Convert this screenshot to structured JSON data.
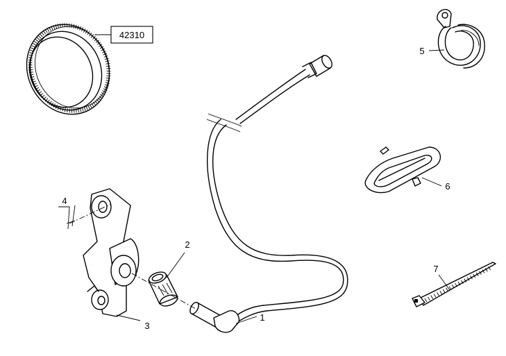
{
  "callouts": {
    "part_number_box": "42310",
    "c1": "1",
    "c2": "2",
    "c3": "3",
    "c4": "4",
    "c5": "5",
    "c6": "6",
    "c7": "7"
  }
}
